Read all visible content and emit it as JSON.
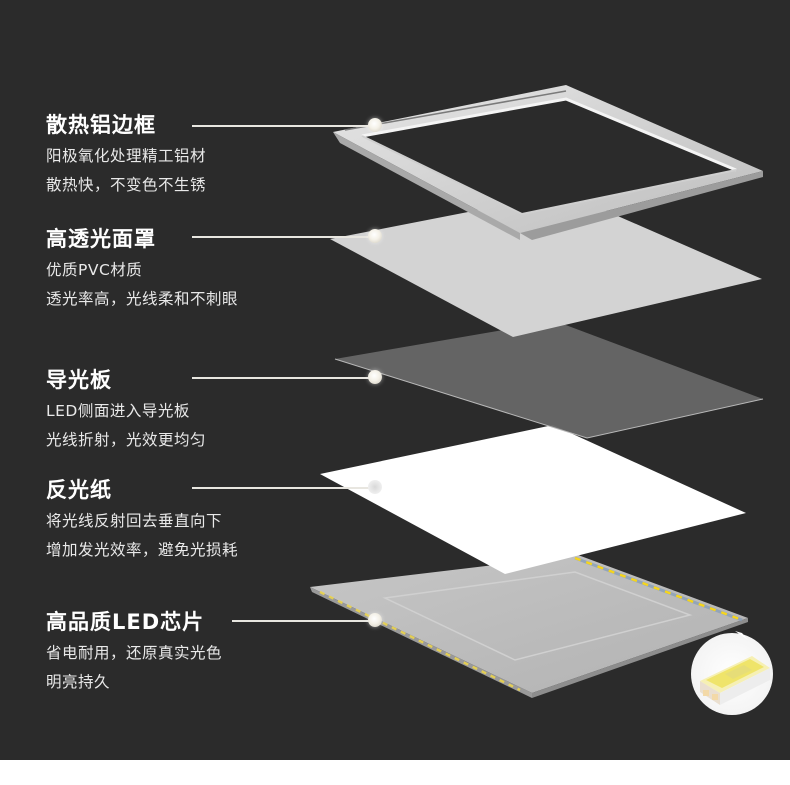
{
  "colors": {
    "background": "#2b2b2b",
    "text_primary": "#ffffff",
    "text_secondary": "#e9e9e9",
    "frame": "#d9d9d9",
    "diffuser": "#d4d4d4",
    "light_guide": "#676767",
    "reflector": "#ffffff",
    "led_base": "#bcbcbc",
    "led_chip": "#f2e23a",
    "footer": "#ffffff"
  },
  "features": [
    {
      "title": "散热铝边框",
      "lines": [
        "阳极氧化处理精工铝材",
        "散热快，不变色不生锈"
      ],
      "layer": "aluminum-frame"
    },
    {
      "title": "高透光面罩",
      "lines": [
        "优质PVC材质",
        "透光率高，光线柔和不刺眼"
      ],
      "layer": "diffuser-cover"
    },
    {
      "title": "导光板",
      "lines": [
        "LED侧面进入导光板",
        "光线折射，光效更均匀"
      ],
      "layer": "light-guide-plate"
    },
    {
      "title": "反光纸",
      "lines": [
        "将光线反射回去垂直向下",
        "增加发光效率，避免光损耗"
      ],
      "layer": "reflector-paper"
    },
    {
      "title": "高品质LED芯片",
      "lines": [
        "省电耐用，还原真实光色",
        "明亮持久"
      ],
      "layer": "led-chip-base"
    }
  ],
  "inset": {
    "icon": "led-chip-closeup-icon"
  }
}
